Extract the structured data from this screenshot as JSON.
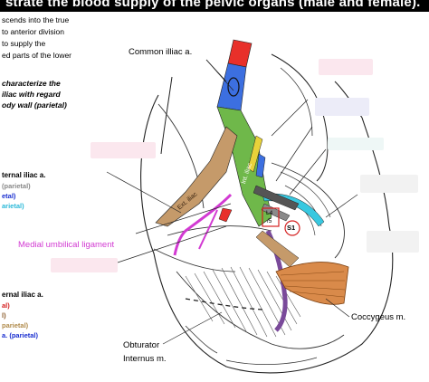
{
  "header": {
    "title": "strate the blood supply of the pelvic organs (male and female)."
  },
  "intro": {
    "lines": [
      "scends into the true",
      "to anterior division",
      "to supply the",
      "ed parts of the lower"
    ]
  },
  "question": {
    "lines": [
      "characterize the",
      "iliac with regard",
      "ody wall (parietal)"
    ]
  },
  "external_block": {
    "heading": "ternal iliac a.",
    "items": [
      {
        "text": "(parietal)",
        "color": "#888888"
      },
      {
        "text": "etal)",
        "color": "#1a2fd0"
      },
      {
        "text": "arietal)",
        "color": "#2ab8d8"
      }
    ]
  },
  "internal_block": {
    "heading": "ernal iliac a.",
    "items": [
      {
        "text": "al)",
        "color": "#d42020"
      },
      {
        "text": "l)",
        "color": "#8a5a2a"
      },
      {
        "text": "parietal)",
        "color": "#b08a4a"
      },
      {
        "text": "a. (parietal)",
        "color": "#1a2fd0"
      }
    ]
  },
  "labels": {
    "common_iliac": "Common illiac a.",
    "medial_umbilical": "Medial umbilical ligament",
    "coccygeus": "Coccygeus m.",
    "obturator_line1": "Obturator",
    "obturator_line2": "Internus m.",
    "ext_iliac": "Ext. iliac",
    "int_iliac": "Int. iliac",
    "l4": "L4",
    "l5": "/5",
    "s1": "S1"
  },
  "colors": {
    "common_iliac_red": "#e8302a",
    "common_iliac_blue": "#3c6fe0",
    "internal_iliac_green": "#6fb84a",
    "external_iliac_tan": "#c59a6a",
    "ligament_magenta": "#d23ad2",
    "obturator_purple": "#7a4a9a",
    "coccygeus_orange": "#d98a4a",
    "lateral_sacral_cyan": "#38c8e0",
    "pink_mask": "#fbe7ee",
    "grey_mask": "#eeeeee",
    "violet_mask": "#ececf8"
  }
}
